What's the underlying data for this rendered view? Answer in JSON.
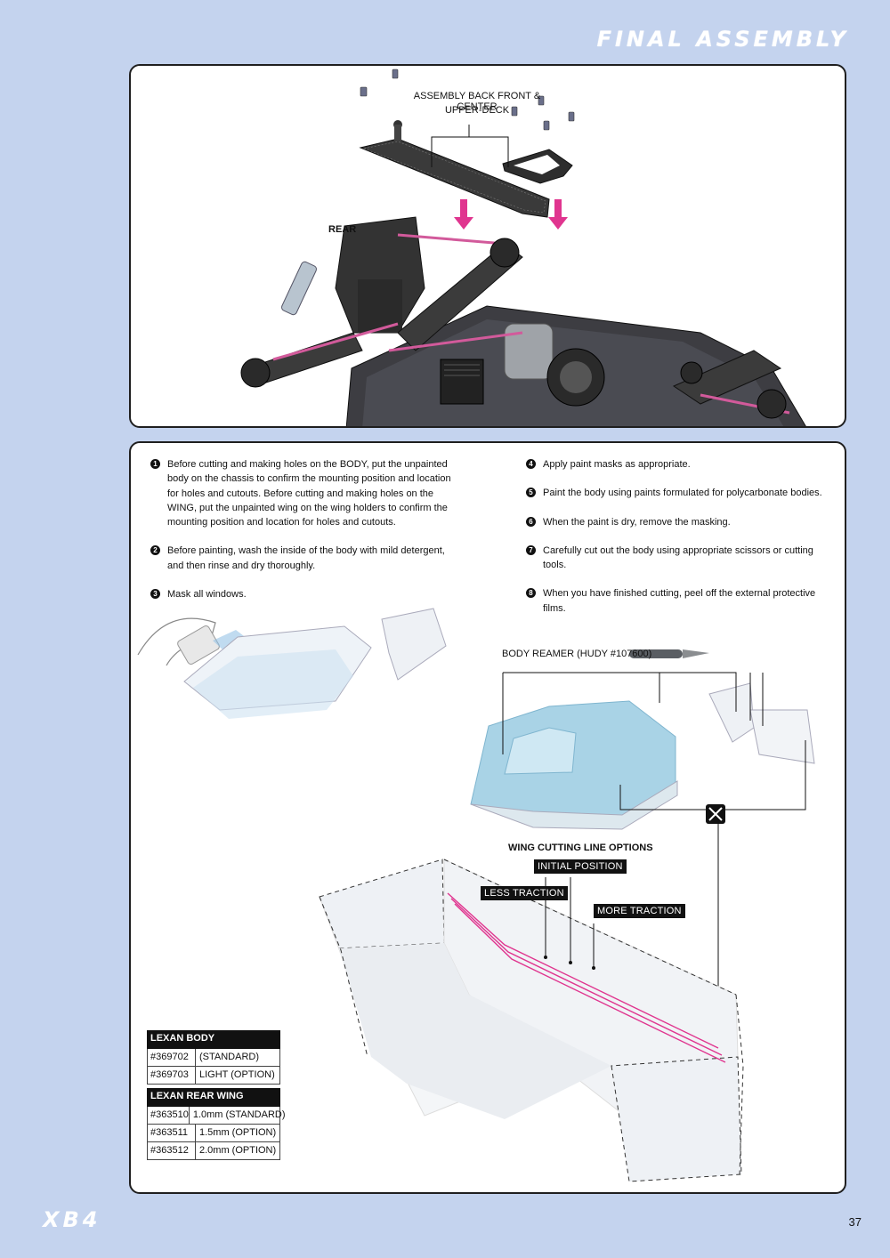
{
  "page": {
    "section_title": "FINAL ASSEMBLY",
    "page_number": "37",
    "brand": "XB4"
  },
  "top_panel": {
    "assembly_label_line1": "ASSEMBLY BACK FRONT & CENTER",
    "assembly_label_line2": "UPPER-DECK",
    "rear_label": "REAR"
  },
  "steps_left": [
    {
      "num": "1",
      "text": "Before cutting and making holes on the BODY, put the unpainted body on the chassis to confirm the mounting position and location for holes and cutouts. Before cutting and making holes on the WING, put the unpainted wing on the wing holders to confirm the mounting position and location for holes and cutouts."
    },
    {
      "num": "2",
      "text": "Before painting, wash the inside of the body with mild detergent, and then rinse and dry thoroughly."
    },
    {
      "num": "3",
      "text": "Mask all windows."
    }
  ],
  "steps_right": [
    {
      "num": "4",
      "text": "Apply paint masks as appropriate."
    },
    {
      "num": "5",
      "text": "Paint the body using paints formulated for polycarbonate bodies."
    },
    {
      "num": "6",
      "text": "When the paint is dry, remove the masking."
    },
    {
      "num": "7",
      "text": "Carefully cut out the body using appropriate scissors or cutting tools."
    },
    {
      "num": "8",
      "text": "When you have finished cutting, peel off the external protective films."
    }
  ],
  "body_reamer_label": "BODY REAMER (HUDY #107600)",
  "wing_cutting": {
    "title": "WING CUTTING LINE OPTIONS",
    "initial": "INITIAL POSITION",
    "less": "LESS TRACTION",
    "more": "MORE TRACTION",
    "line_color": "#e0358f"
  },
  "parts": {
    "body_header": "LEXAN BODY",
    "body_rows": [
      {
        "code": "#369702",
        "desc": "(STANDARD)"
      },
      {
        "code": "#369703",
        "desc": "LIGHT (OPTION)"
      }
    ],
    "wing_header": "LEXAN REAR WING",
    "wing_rows": [
      {
        "code": "#363510",
        "desc": "1.0mm (STANDARD)"
      },
      {
        "code": "#363511",
        "desc": "1.5mm (OPTION)"
      },
      {
        "code": "#363512",
        "desc": "2.0mm (OPTION)"
      }
    ]
  },
  "colors": {
    "page_bg": "#c4d3ee",
    "arrow_magenta": "#e0358f",
    "body_blue": "#a9d3e6"
  }
}
